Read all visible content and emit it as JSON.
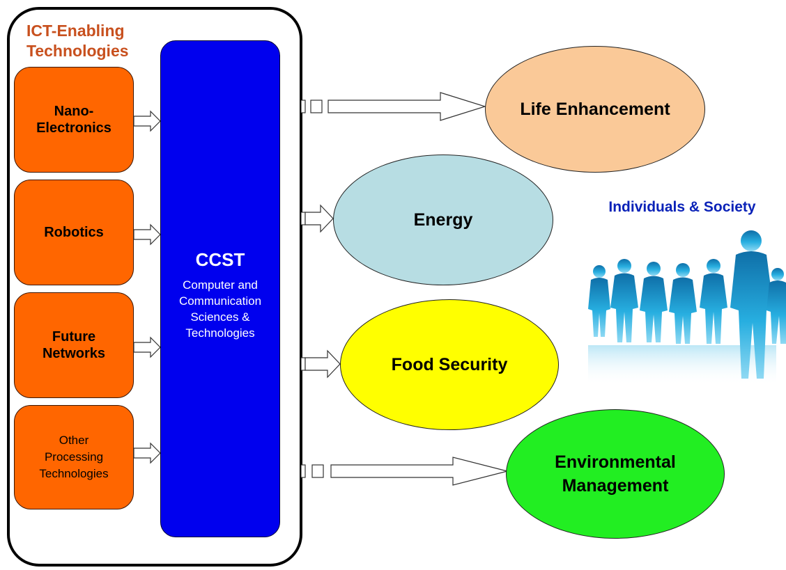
{
  "enabling": {
    "title": "ICT-Enabling\nTechnologies",
    "items": [
      {
        "label": "Nano-\nElectronics"
      },
      {
        "label": "Robotics"
      },
      {
        "label": "Future\nNetworks"
      },
      {
        "label": "Other\nProcessing\nTechnologies"
      }
    ]
  },
  "core": {
    "title": "CCST",
    "subtitle": "Computer and\nCommunication\nSciences &\nTechnologies"
  },
  "outcomes": [
    {
      "label": "Life Enhancement",
      "color": "#fac998"
    },
    {
      "label": "Energy",
      "color": "#b7dde3"
    },
    {
      "label": "Food Security",
      "color": "#ffff00"
    },
    {
      "label": "Environmental\nManagement",
      "color": "#22ee22"
    }
  ],
  "society": {
    "title": "Individuals & Society",
    "icon": "people-silhouettes-icon",
    "color": "#1aa3d9"
  },
  "colors": {
    "enabling_box": "#ff6600",
    "core_box": "#0000ee",
    "title_text": "#c8501e"
  }
}
